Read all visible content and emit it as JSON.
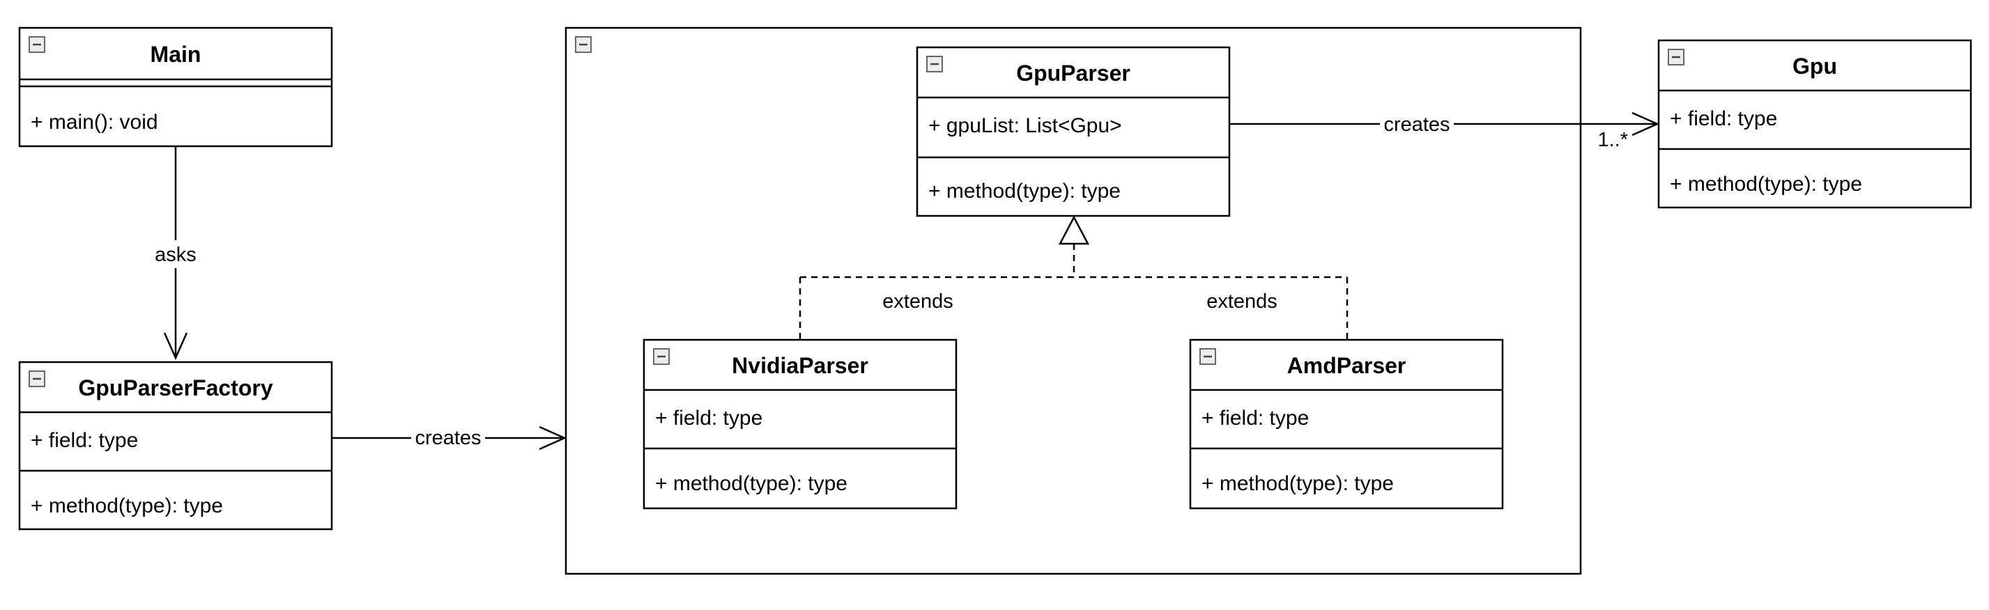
{
  "classes": {
    "main": {
      "name": "Main",
      "methods": [
        "+ main(): void"
      ]
    },
    "factory": {
      "name": "GpuParserFactory",
      "fields": [
        "+ field: type"
      ],
      "methods": [
        "+ method(type): type"
      ]
    },
    "gpuParser": {
      "name": "GpuParser",
      "fields": [
        "+ gpuList: List<Gpu>"
      ],
      "methods": [
        "+ method(type): type"
      ]
    },
    "nvidiaParser": {
      "name": "NvidiaParser",
      "fields": [
        "+ field: type"
      ],
      "methods": [
        "+ method(type): type"
      ]
    },
    "amdParser": {
      "name": "AmdParser",
      "fields": [
        "+ field: type"
      ],
      "methods": [
        "+ method(type): type"
      ]
    },
    "gpu": {
      "name": "Gpu",
      "fields": [
        "+ field: type"
      ],
      "methods": [
        "+ method(type): type"
      ]
    }
  },
  "edges": {
    "asks": "asks",
    "factoryCreates": "creates",
    "parserCreates": "creates",
    "multiplicity": "1..*",
    "extendsNvidia": "extends",
    "extendsAmd": "extends"
  },
  "icons": {
    "collapse": "collapse-minus-icon"
  }
}
